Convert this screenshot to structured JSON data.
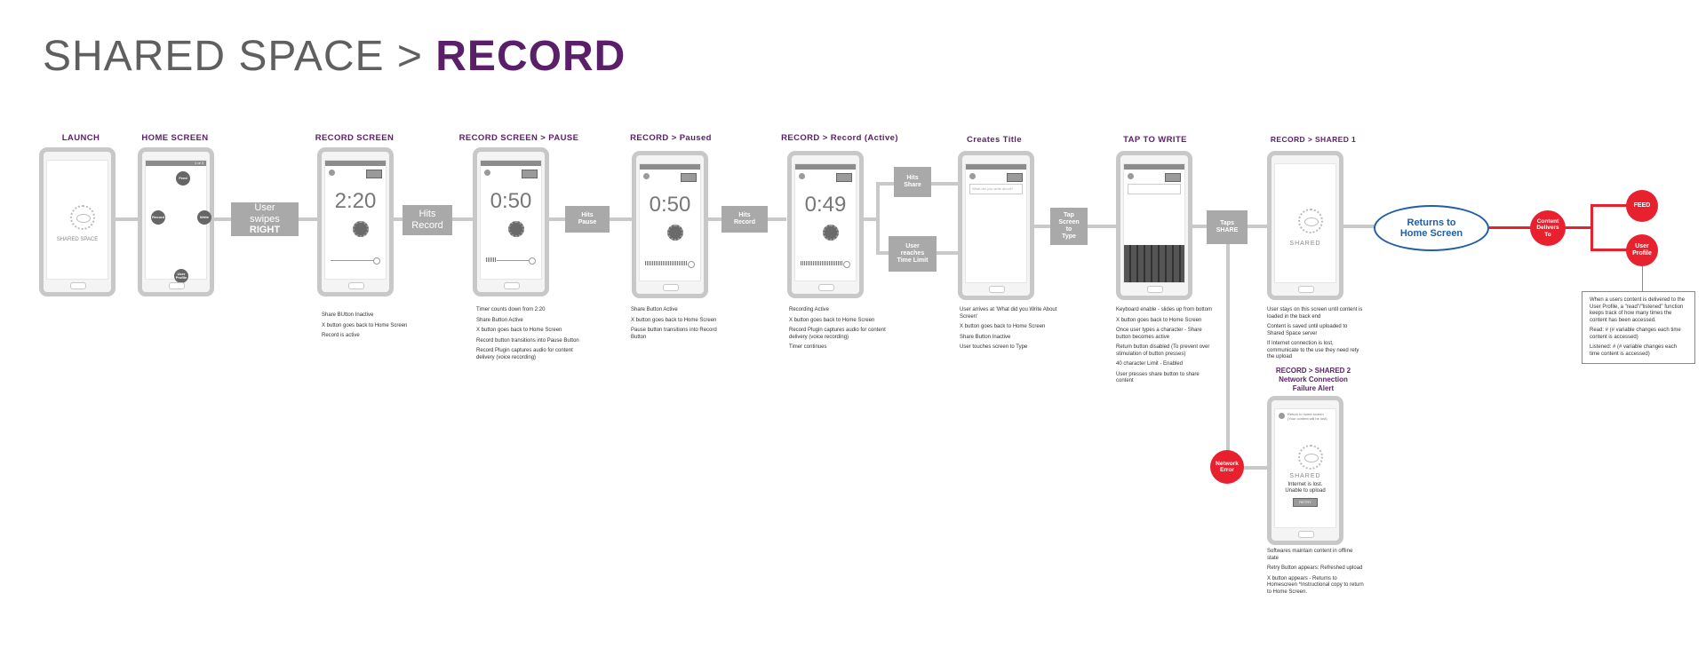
{
  "title": {
    "prefix": "SHARED SPACE",
    "sep": ">",
    "section": "RECORD"
  },
  "screens": {
    "launch": "LAUNCH",
    "home": "HOME SCREEN",
    "record": "RECORD SCREEN",
    "pause": "RECORD SCREEN > PAUSE",
    "paused": "RECORD  > Paused",
    "active": "RECORD  > Record (Active)",
    "creates": "Creates Title",
    "tap": "TAP TO WRITE",
    "shared1": "RECORD > SHARED 1",
    "shared2_l1": "RECORD > SHARED 2",
    "shared2_l2": "Network Connection",
    "shared2_l3": "Failure Alert"
  },
  "transitions": {
    "swipe_1": "User",
    "swipe_2": "swipes",
    "swipe_3": "RIGHT",
    "hits_record_1": "Hits",
    "hits_record_2": "Record",
    "hits_pause_1": "Hits",
    "hits_pause_2": "Pause",
    "hits_record2_1": "Hits",
    "hits_record2_2": "Record",
    "hits_share_1": "Hits",
    "hits_share_2": "Share",
    "time_1": "User",
    "time_2": "reaches",
    "time_3": "Time Limit",
    "tap_1": "Tap",
    "tap_2": "Screen",
    "tap_3": "to",
    "tap_4": "Type",
    "taps_1": "Taps",
    "taps_2": "SHARE"
  },
  "phones": {
    "launch_brand": "SHARED SPACE",
    "home_feed": "Feed",
    "home_record": "Record",
    "home_write": "Write",
    "home_profile_1": "User",
    "home_profile_2": "Profile",
    "home_page": "1 of 3",
    "timer_record": "2:20",
    "timer_pause": "0:50",
    "timer_paused": "0:50",
    "timer_active": "0:49",
    "record_btn": "Record",
    "share_btn": "SHARE",
    "title_placeholder": "What did you write about?",
    "shared_brand": "SHARED",
    "alert_return_1": "Return to home screen",
    "alert_return_2": "(Your content will be lost)",
    "alert_msg_1": "Internet is lost.",
    "alert_msg_2": "Unable to upload",
    "retry": "RETRY"
  },
  "right": {
    "returns_1": "Returns to",
    "returns_2": "Home Screen",
    "delivers_1": "Content",
    "delivers_2": "Delivers",
    "delivers_3": "To",
    "feed": "FEED",
    "profile_1": "User",
    "profile_2": "Profile",
    "network_1": "Network",
    "network_2": "Error"
  },
  "notes": {
    "record": [
      "Share BUtton Inactive",
      "X button goes back to Home Screen",
      "Record is active"
    ],
    "pause": [
      "Timer counts down from 2:20",
      "Share Button Active",
      "X button goes back to Home Screen",
      "Record button transitions into Pause Button",
      "Record Plugin captures audio for content delivery (voice recording)"
    ],
    "paused": [
      "Share Button Active",
      "X button goes back to Home Screen",
      "Pause button transitions into Record Button"
    ],
    "active": [
      "Recording Active",
      "X button goes back to Home Screen",
      "Record Plugin captures audio for content delivery (voice recording)",
      "Timer continues"
    ],
    "creates": [
      "User arrives at 'What did you Write About Screen'",
      "X button goes back to Home Screen",
      "Share Button Inactive",
      "User touches screen to Type"
    ],
    "tap": [
      "Keyboard enable - slides up from bottom",
      "X button goes back to Home Screen",
      "Once user types a character - Share button becomes active",
      "Return button disabled (To prevent over stimulation of button presses)",
      "40 character Limit - Enabled",
      "User presses share button to share content"
    ],
    "shared1": [
      "User stays on this screen until content is loaded in the back end",
      "Content is saved until uploaded to Shared Space server",
      "If Internet connection is lost, communicate to the use they need rety the upload"
    ],
    "shared2": [
      "Softwares maintain content in offline state",
      "Retry Button appears: Refreshed upload",
      "X button appears - Returns to Homescreen *Instructional copy to return to Home Screen."
    ],
    "profile": [
      "When a users content is delivered to the User Profile, a \"read\"/\"listened\" function keeps track of how many times the content has been accessed.",
      "Read: # (# variable changes each time content is accessed)",
      "Listened: # (# variable changes each time content is accessed)"
    ]
  },
  "colors": {
    "accent": "#5b1f6a",
    "red": "#e8212e",
    "blue": "#1f5fa8",
    "gray": "#a9a9a9"
  }
}
